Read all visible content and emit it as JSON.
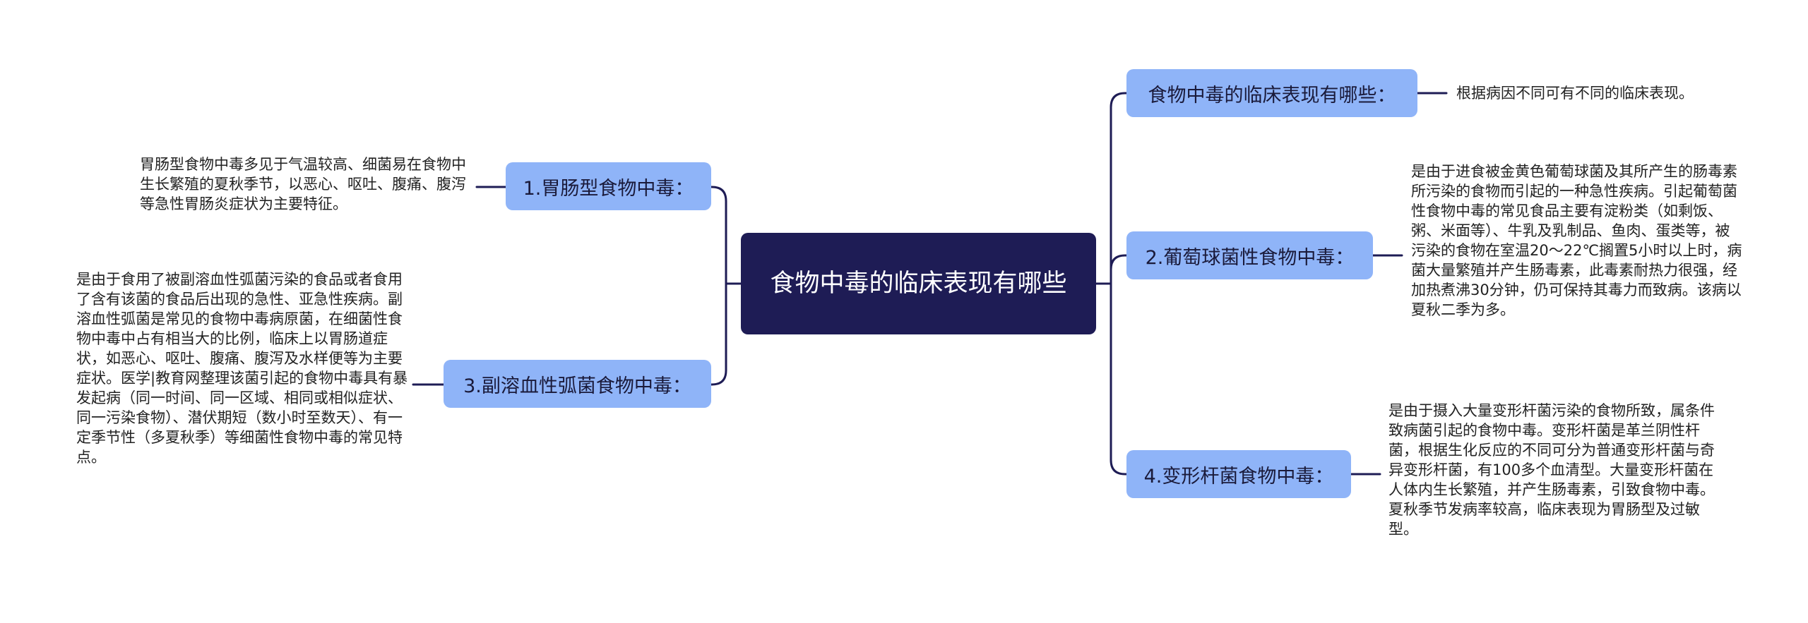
{
  "root": {
    "title": "食物中毒的临床表现有哪些"
  },
  "left_topics": [
    {
      "label": "1.胃肠型食物中毒：",
      "detail": "胃肠型食物中毒多见于气温较高、细菌易在食物中生长繁殖的夏秋季节，以恶心、呕吐、腹痛、腹泻等急性胃肠炎症状为主要特征。"
    },
    {
      "label": "3.副溶血性弧菌食物中毒：",
      "detail": "是由于食用了被副溶血性弧菌污染的食品或者食用了含有该菌的食品后出现的急性、亚急性疾病。副溶血性弧菌是常见的食物中毒病原菌，在细菌性食物中毒中占有相当大的比例，临床上以胃肠道症状，如恶心、呕吐、腹痛、腹泻及水样便等为主要症状。医学|教育网整理该菌引起的食物中毒具有暴发起病（同一时间、同一区域、相同或相似症状、同一污染食物）、潜伏期短（数小时至数天）、有一定季节性（多夏秋季）等细菌性食物中毒的常见特点。"
    }
  ],
  "right_topics": [
    {
      "label": "食物中毒的临床表现有哪些：",
      "detail": "根据病因不同可有不同的临床表现。"
    },
    {
      "label": "2.葡萄球菌性食物中毒：",
      "detail": "是由于进食被金黄色葡萄球菌及其所产生的肠毒素所污染的食物而引起的一种急性疾病。引起葡萄菌性食物中毒的常见食品主要有淀粉类（如剩饭、粥、米面等）、牛乳及乳制品、鱼肉、蛋类等，被污染的食物在室温20～22℃搁置5小时以上时，病菌大量繁殖并产生肠毒素，此毒素耐热力很强，经加热煮沸30分钟，仍可保持其毒力而致病。该病以夏秋二季为多。"
    },
    {
      "label": "4.变形杆菌食物中毒：",
      "detail": "是由于摄入大量变形杆菌污染的食物所致，属条件致病菌引起的食物中毒。变形杆菌是革兰阴性杆菌，根据生化反应的不同可分为普通变形杆菌与奇异变形杆菌，有100多个血清型。大量变形杆菌在人体内生长繁殖，并产生肠毒素，引致食物中毒。夏秋季节发病率较高，临床表现为胃肠型及过敏型。"
    }
  ],
  "colors": {
    "root_fill": "#1e1c55",
    "topic_fill": "#8fb4f8",
    "connector": "#1e1c55"
  }
}
